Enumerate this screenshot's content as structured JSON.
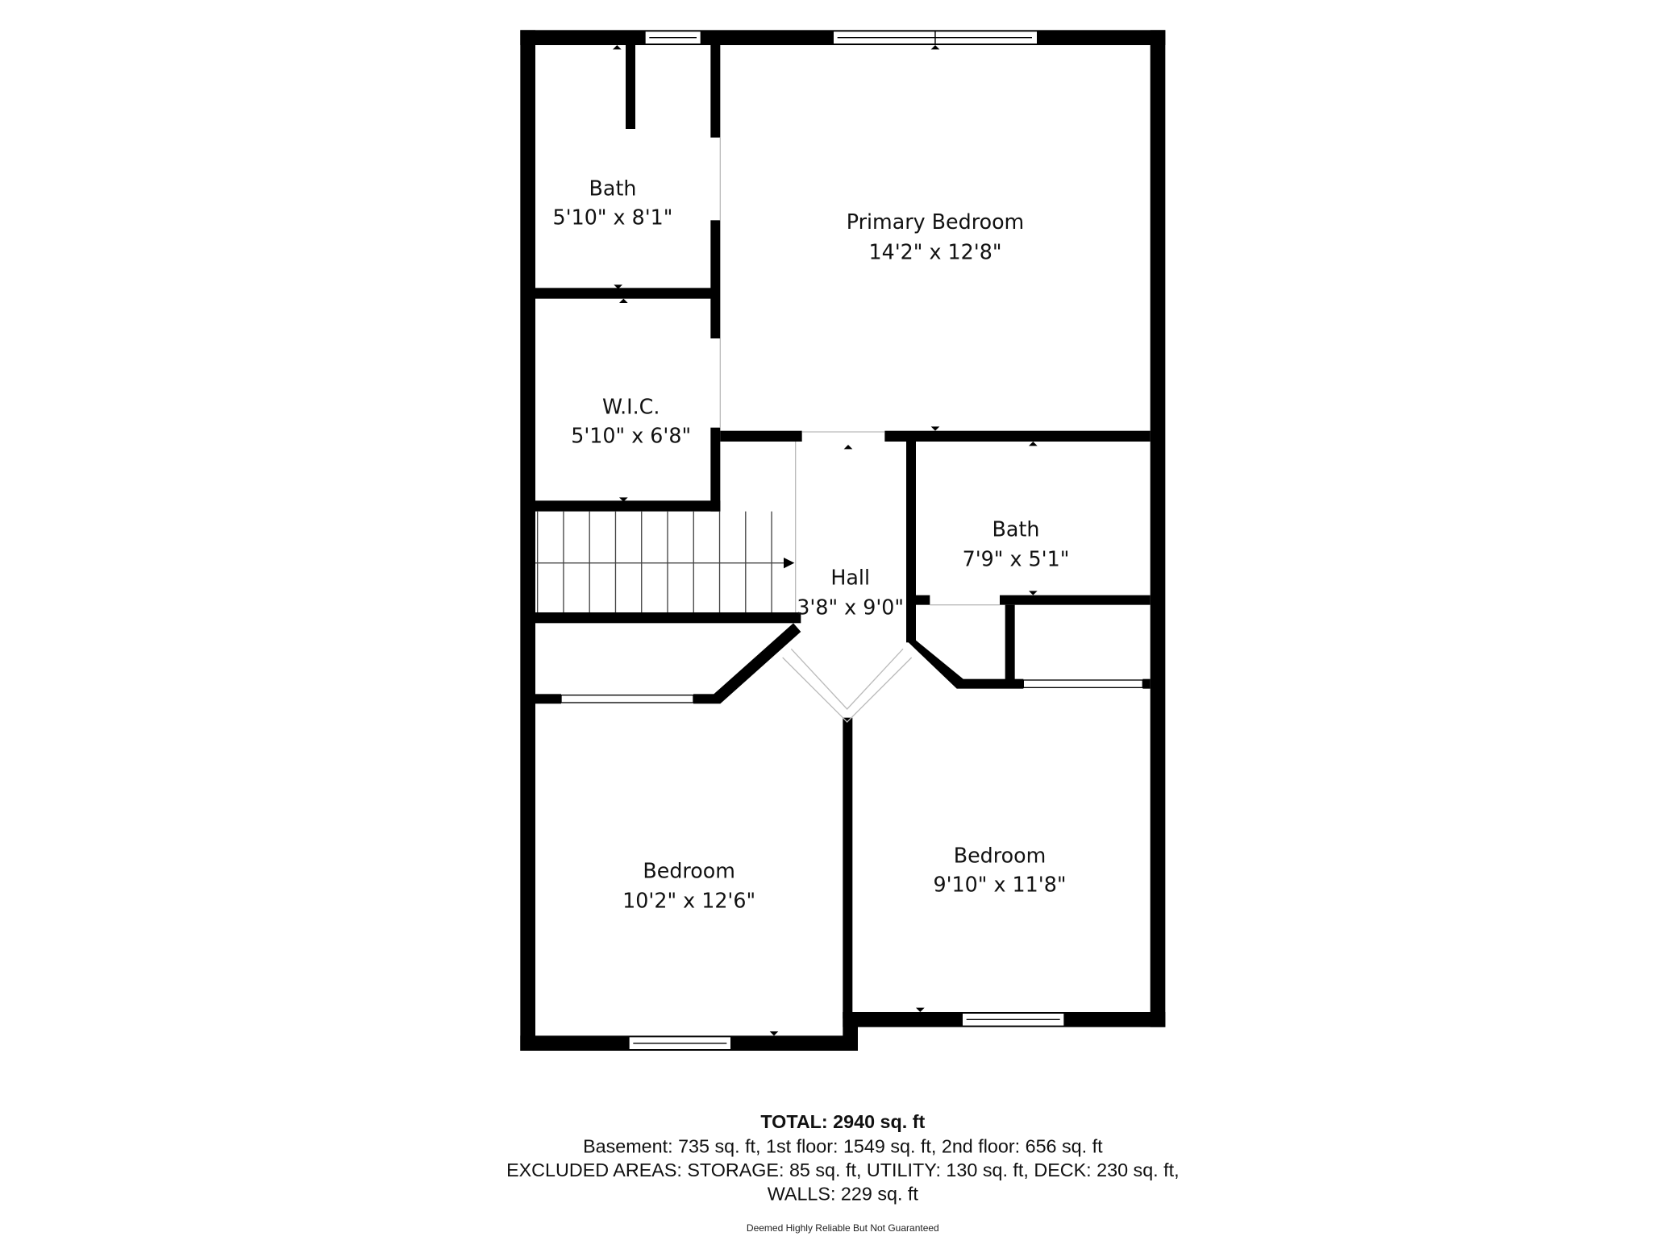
{
  "rooms": [
    {
      "name": "Bath",
      "dimensions": "5'10\" x 8'1\""
    },
    {
      "name": "Primary Bedroom",
      "dimensions": "14'2\" x 12'8\""
    },
    {
      "name": "W.I.C.",
      "dimensions": "5'10\" x 6'8\""
    },
    {
      "name": "Bath",
      "dimensions": "7'9\" x 5'1\""
    },
    {
      "name": "Hall",
      "dimensions": "3'8\" x 9'0\""
    },
    {
      "name": "Bedroom",
      "dimensions": "10'2\" x 12'6\""
    },
    {
      "name": "Bedroom",
      "dimensions": "9'10\" x 11'8\""
    }
  ],
  "summary": {
    "total": "TOTAL: 2940 sq. ft",
    "floors": "Basement: 735 sq. ft, 1st floor: 1549 sq. ft, 2nd floor: 656 sq. ft",
    "excluded_line1": "EXCLUDED AREAS: STORAGE: 85 sq. ft, UTILITY: 130 sq. ft, DECK: 230 sq. ft,",
    "excluded_line2": "WALLS: 229 sq. ft",
    "disclaimer": "Deemed Highly Reliable But Not Guaranteed"
  },
  "colors": {
    "walls": "#000000",
    "background": "#ffffff"
  }
}
